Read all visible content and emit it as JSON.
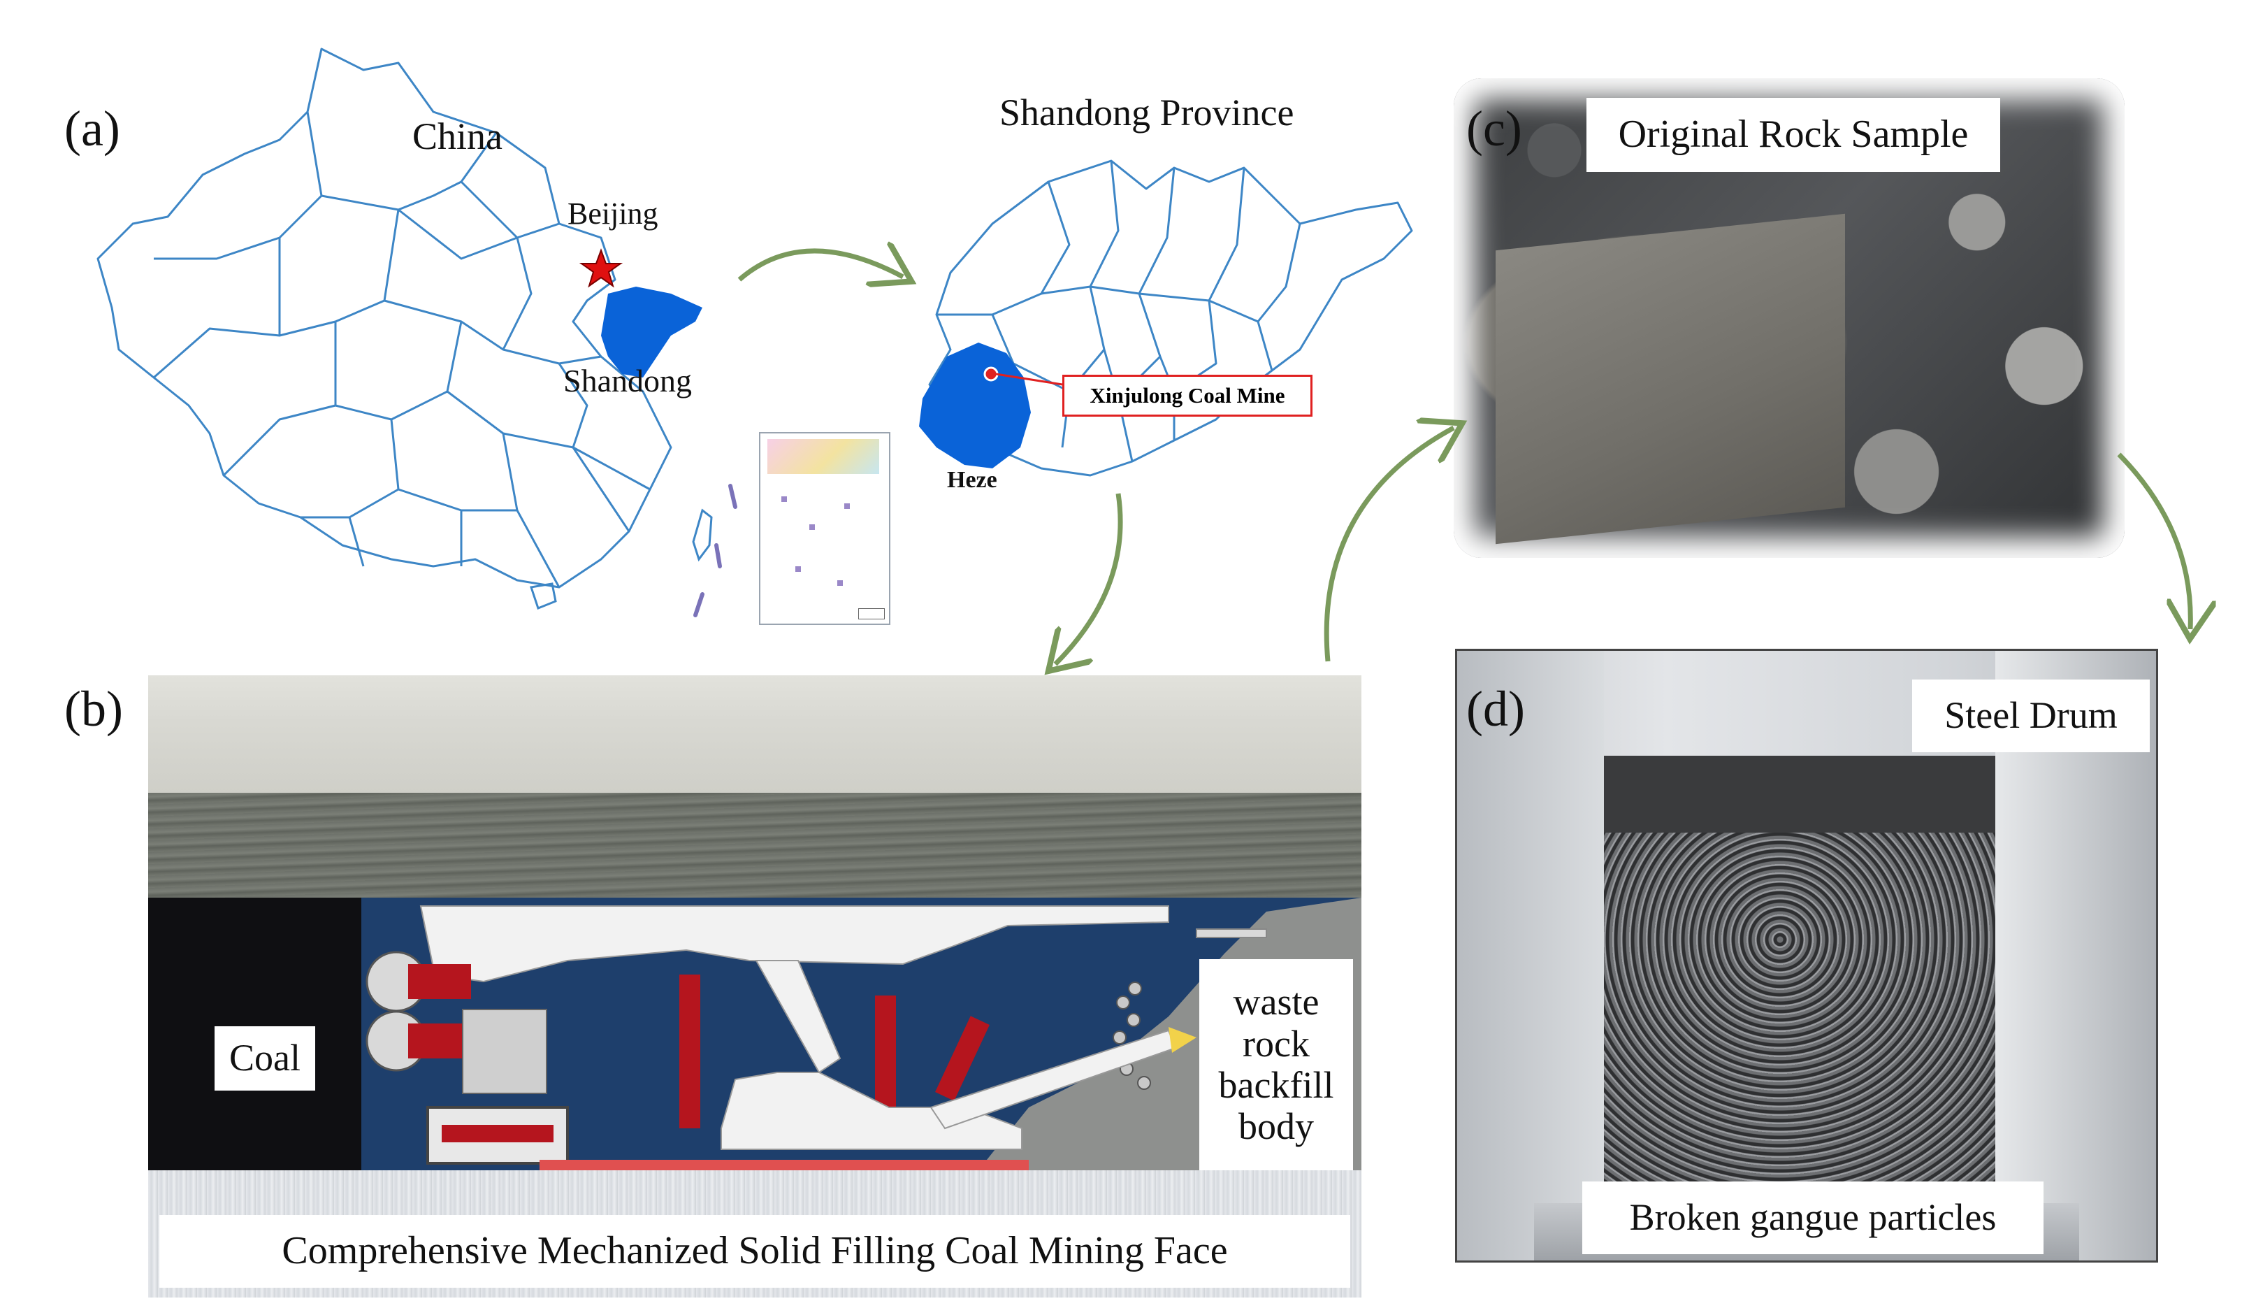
{
  "panels": {
    "a": {
      "letter": "(a)",
      "china_title": "China",
      "beijing_label": "Beijing",
      "shandong_label": "Shandong",
      "province_title": "Shandong Province",
      "mine_label": "Xinjulong Coal Mine",
      "heze_label": "Heze"
    },
    "b": {
      "letter": "(b)",
      "coal_label": "Coal",
      "waste_label": [
        "waste",
        "rock",
        "backfill",
        "body"
      ],
      "caption": "Comprehensive Mechanized Solid Filling Coal Mining Face"
    },
    "c": {
      "letter": "(c)",
      "caption": "Original Rock Sample"
    },
    "d": {
      "letter": "(d)",
      "top_label": "Steel Drum",
      "bottom_label": "Broken gangue particles"
    }
  },
  "colors": {
    "map_outline": "#3d86c6",
    "highlight_fill": "#0a63d8",
    "star": "#e01010",
    "mine_box": "#e02020",
    "arrow": "#7a9a5c",
    "hydraulic_red": "#b5151e",
    "support_white": "#f2f2f2"
  }
}
